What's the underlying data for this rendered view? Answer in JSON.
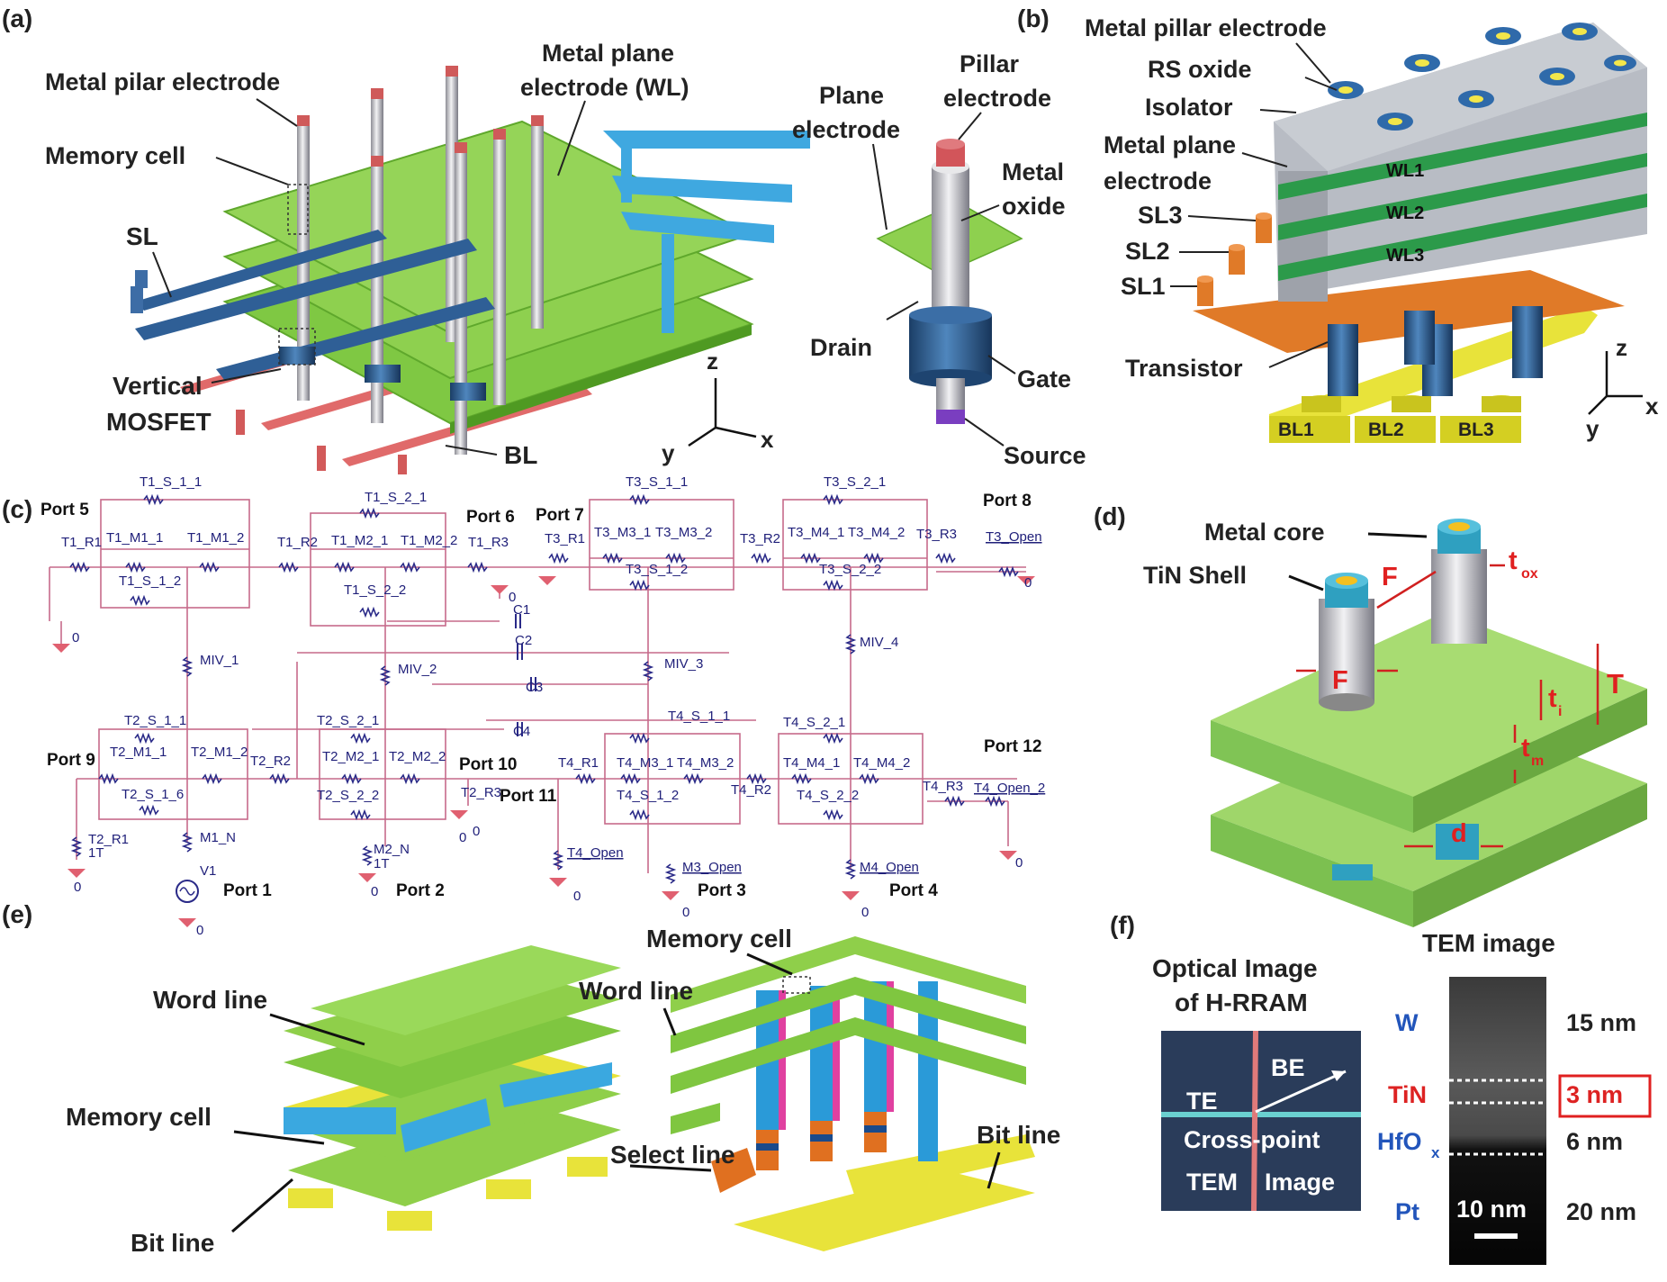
{
  "panels": {
    "a": "(a)",
    "b": "(b)",
    "c": "(c)",
    "d": "(d)",
    "e": "(e)",
    "f": "(f)"
  },
  "panel_a": {
    "pillar": "Metal pilar electrode",
    "memory_cell": "Memory cell",
    "sl": "SL",
    "mosfet_1": "Vertical",
    "mosfet_2": "MOSFET",
    "plane_1": "Metal plane",
    "plane_2": "electrode (WL)",
    "bl": "BL",
    "z": "z",
    "y": "y",
    "x": "x",
    "pillar_elec_1": "Pillar",
    "pillar_elec_2": "electrode",
    "plane_elec_1": "Plane",
    "plane_elec_2": "electrode",
    "metal_oxide_1": "Metal",
    "metal_oxide_2": "oxide",
    "drain": "Drain",
    "gate": "Gate",
    "source": "Source"
  },
  "panel_b": {
    "pillar": "Metal pillar electrode",
    "rs_oxide": "RS oxide",
    "isolator": "Isolator",
    "plane_1": "Metal plane",
    "plane_2": "electrode",
    "sl3": "SL3",
    "sl2": "SL2",
    "sl1": "SL1",
    "transistor": "Transistor",
    "wl1": "WL1",
    "wl2": "WL2",
    "wl3": "WL3",
    "bl1": "BL1",
    "bl2": "BL2",
    "bl3": "BL3",
    "z": "z",
    "y": "y",
    "x": "x"
  },
  "panel_c": {
    "ports": [
      "Port 5",
      "Port 6",
      "Port 7",
      "Port 8",
      "Port 9",
      "Port 10",
      "Port 11",
      "Port 12",
      "Port 1",
      "Port 2",
      "Port 3",
      "Port 4"
    ],
    "parts": [
      "T1_S_1_1",
      "T1_R1",
      "T1_M1_1",
      "T1_M1_2",
      "T1_S_1_2",
      "T1_R2",
      "T1_S_2_1",
      "T1_M2_1",
      "T1_M2_2",
      "T1_R3",
      "T1_S_2_2",
      "T3_R1",
      "T3_S_1_1",
      "T3_M3_1",
      "T3_M3_2",
      "T3_S_1_2",
      "T3_R2",
      "T3_S_2_1",
      "T3_M4_1",
      "T3_M4_2",
      "T3_R3",
      "T3_S_2_2",
      "MIV_1",
      "MIV_2",
      "MIV_3",
      "MIV_4",
      "C1",
      "C2",
      "C3",
      "C4",
      "T2_S_1_1",
      "T2_M1_1",
      "T2_M1_2",
      "T2_R2",
      "T2_S_1_6",
      "T2_S_2_1",
      "T2_M2_1",
      "T2_M2_2",
      "T2_R3",
      "T2_S_2_2",
      "T2_R1",
      "1T",
      "M1_N",
      "V1",
      "M2_N",
      "1T",
      "T4_R1",
      "T4_S_1_1",
      "T4_M3_1",
      "T4_M3_2",
      "T4_S_1_2",
      "T4_R2",
      "T4_S_2_1",
      "T4_M4_1",
      "T4_M4_2",
      "T4_S_2_2",
      "T4_R3"
    ],
    "opens": [
      "T3_Open",
      "T4_Open_2",
      "T4_Open",
      "M3_Open",
      "M4_Open"
    ],
    "ground": "0"
  },
  "panel_d": {
    "metal_core": "Metal core",
    "tin_shell": "TiN Shell",
    "F": "F",
    "tox": "t",
    "tox_sub": "ox",
    "T": "T",
    "ti": "t",
    "ti_sub": "i",
    "tm": "t",
    "tm_sub": "m",
    "d": "d"
  },
  "panel_e": {
    "word_line_1": "Word line",
    "memory_cell_1": "Memory cell",
    "bit_line_1": "Bit line",
    "memory_cell_2": "Memory cell",
    "word_line_2": "Word line",
    "select_line": "Select line",
    "bit_line_2": "Bit line"
  },
  "panel_f": {
    "optical_1": "Optical Image",
    "optical_2": "of H-RRAM",
    "be": "BE",
    "te": "TE",
    "cross_point": "Cross-point",
    "tem": "TEM",
    "image": "Image",
    "tem_title": "TEM image",
    "layers": [
      {
        "name": "W",
        "thickness": "15 nm",
        "color": "#2255bb"
      },
      {
        "name": "TiN",
        "thickness": "3 nm",
        "color": "#dd2222"
      },
      {
        "name": "HfO",
        "sub": "x",
        "thickness": "6 nm",
        "color": "#2255bb"
      },
      {
        "name": "Pt",
        "thickness": "20 nm",
        "color": "#2255bb"
      }
    ],
    "scale": "10 nm"
  }
}
